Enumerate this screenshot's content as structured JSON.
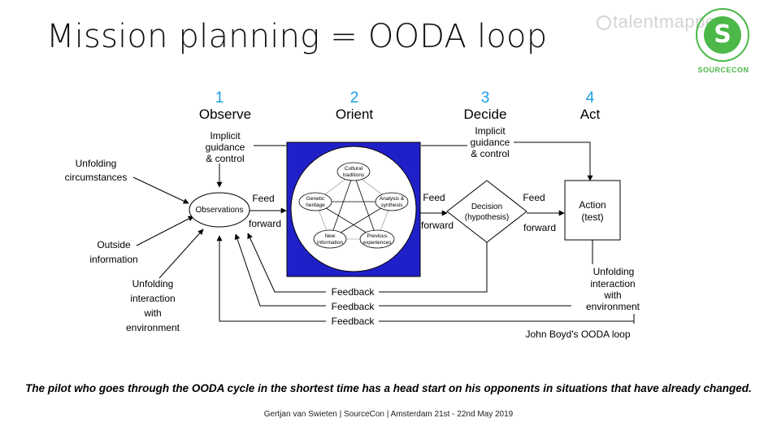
{
  "title": "Mission planning = OODA loop",
  "watermark": "talentmapper",
  "logo": {
    "letter": "S",
    "name": "SOURCECON",
    "color": "#4cb848"
  },
  "phases": [
    {
      "number": "1",
      "label": "Observe"
    },
    {
      "number": "2",
      "label": "Orient"
    },
    {
      "number": "3",
      "label": "Decide"
    },
    {
      "number": "4",
      "label": "Act"
    }
  ],
  "diagram": {
    "implicit_line1": "Implicit",
    "implicit_line2": "guidance",
    "implicit_line3": "& control",
    "unfolding_line1": "Unfolding",
    "unfolding_line2": "circumstances",
    "outside_line1": "Outside",
    "outside_line2": "information",
    "interaction_line1": "Unfolding",
    "interaction_line2": "interaction",
    "interaction_line3": "with",
    "interaction_line4": "environment",
    "observations": "Observations",
    "feed": "Feed",
    "forward": "forward",
    "orient_nodes": {
      "cultural_line1": "Cultural",
      "cultural_line2": "traditions",
      "genetic_line1": "Genetic",
      "genetic_line2": "heritage",
      "analysis_line1": "Analysis &",
      "analysis_line2": "synthesis",
      "new_line1": "New",
      "new_line2": "information",
      "previous_line1": "Previous",
      "previous_line2": "experiences"
    },
    "decision_line1": "Decision",
    "decision_line2": "(hypothesis)",
    "action_line1": "Action",
    "action_line2": "(test)",
    "feedback": "Feedback",
    "caption": "John Boyd's OODA loop"
  },
  "colors": {
    "phase_number": "#1a9fe0",
    "orient_fill": "#2020c8"
  },
  "quote": "The pilot who goes through the OODA cycle in the shortest time has a head start on his opponents in situations that have already changed.",
  "footer": "Gertjan van Swieten | SourceCon | Amsterdam 21st - 22nd May 2019"
}
